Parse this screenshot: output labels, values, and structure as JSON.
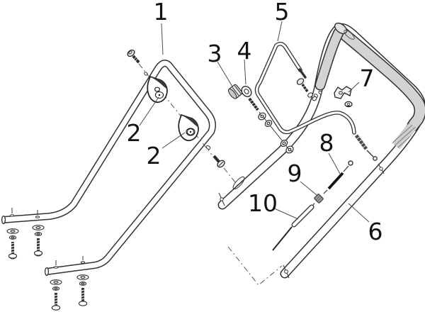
{
  "diagram": {
    "title": "",
    "background_color": "#ffffff",
    "line_color": "#323232",
    "grip_color": "#d3d3d3",
    "hatch_color": "#6e6e6e",
    "cable_color": "#141414",
    "ferrule_color": "#9a9a9a",
    "callouts": [
      {
        "id": "1",
        "text": "1"
      },
      {
        "id": "2a",
        "text": "2"
      },
      {
        "id": "2b",
        "text": "2"
      },
      {
        "id": "3",
        "text": "3"
      },
      {
        "id": "4",
        "text": "4"
      },
      {
        "id": "5",
        "text": "5"
      },
      {
        "id": "6",
        "text": "6"
      },
      {
        "id": "7",
        "text": "7"
      },
      {
        "id": "8",
        "text": "8"
      },
      {
        "id": "9",
        "text": "9"
      },
      {
        "id": "10",
        "text": "10"
      }
    ]
  }
}
